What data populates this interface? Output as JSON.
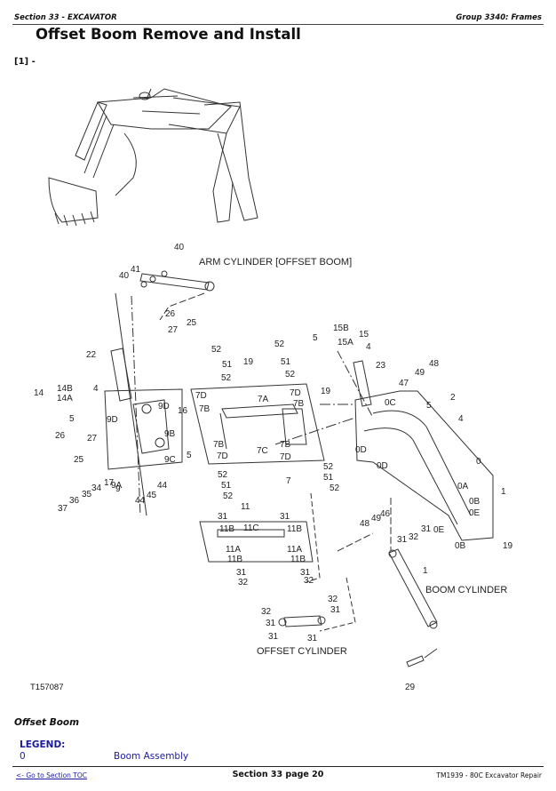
{
  "header": {
    "section": "Section 33 - EXCAVATOR",
    "group": "Group 3340: Frames"
  },
  "title": "Offset Boom Remove and Install",
  "step_label": "[1] -",
  "figure": {
    "id": "T157087",
    "annotations": {
      "arm_cylinder": "ARM CYLINDER [OFFSET BOOM]",
      "boom_cylinder": "BOOM CYLINDER",
      "offset_cylinder": "OFFSET CYLINDER"
    },
    "callouts": [
      "40",
      "41",
      "40",
      "26",
      "25",
      "27",
      "22",
      "14",
      "14B",
      "14A",
      "4",
      "5",
      "26",
      "27",
      "25",
      "17",
      "34",
      "35",
      "36",
      "37",
      "9",
      "9A",
      "9D",
      "9D",
      "9B",
      "9C",
      "16",
      "5",
      "44",
      "45",
      "44",
      "52",
      "51",
      "52",
      "19",
      "52",
      "51",
      "52",
      "7D",
      "7B",
      "7A",
      "7D",
      "7B",
      "19",
      "7B",
      "7D",
      "7C",
      "7B",
      "7D",
      "7",
      "52",
      "51",
      "52",
      "52",
      "51",
      "52",
      "15B",
      "15",
      "15A",
      "5",
      "4",
      "23",
      "47",
      "49",
      "48",
      "2",
      "5",
      "4",
      "0C",
      "0D",
      "0D",
      "0",
      "0A",
      "1",
      "0B",
      "0E",
      "0E",
      "0B",
      "19",
      "48",
      "49",
      "46",
      "31",
      "32",
      "31",
      "11",
      "11C",
      "31",
      "31",
      "11B",
      "11B",
      "11A",
      "11A",
      "11B",
      "11B",
      "31",
      "32",
      "31",
      "32",
      "32",
      "31",
      "32",
      "31",
      "31",
      "31",
      "29"
    ]
  },
  "caption": "Offset Boom",
  "legend": {
    "title": "LEGEND:",
    "items": [
      {
        "key": "0",
        "value": "Boom Assembly"
      }
    ]
  },
  "footer": {
    "toc_link": "<- Go to Section TOC",
    "page": "Section 33 page 20",
    "manual": "TM1939 - 80C Excavator Repair"
  }
}
